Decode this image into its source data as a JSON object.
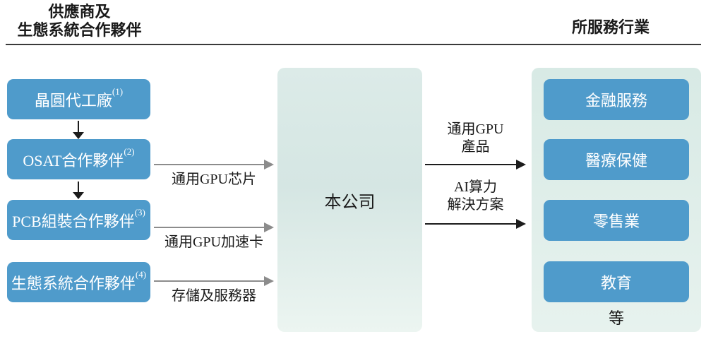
{
  "header": {
    "left_title_line1": "供應商及",
    "left_title_line2": "生態系統合作夥伴",
    "right_title": "所服務行業"
  },
  "suppliers": {
    "boxes": [
      {
        "label": "晶圓代工廠",
        "note": "(1)"
      },
      {
        "label": "OSAT合作夥伴",
        "note": "(2)"
      },
      {
        "label": "PCB組裝合作夥伴",
        "note": "(3)"
      },
      {
        "label": "生態系統合作夥伴",
        "note": "(4)"
      }
    ]
  },
  "supply_arrows": [
    {
      "label": "通用GPU芯片"
    },
    {
      "label": "通用GPU加速卡"
    },
    {
      "label": "存儲及服務器"
    }
  ],
  "company": {
    "label": "本公司"
  },
  "output_arrows": [
    {
      "label_line1": "通用GPU",
      "label_line2": "產品"
    },
    {
      "label_line1": "AI算力",
      "label_line2": "解決方案"
    }
  ],
  "industries": {
    "boxes": [
      {
        "label": "金融服務"
      },
      {
        "label": "醫療保健"
      },
      {
        "label": "零售業"
      },
      {
        "label": "教育"
      }
    ],
    "etc": "等"
  },
  "colors": {
    "box_blue": "#4f9bcb",
    "panel_mint_top": "#dcebe8",
    "panel_mint_bottom": "#ecf5f1",
    "arrow_gray": "#8c8c8c",
    "arrow_black": "#1c1c1c",
    "rule_dark": "#3a3a3a"
  }
}
